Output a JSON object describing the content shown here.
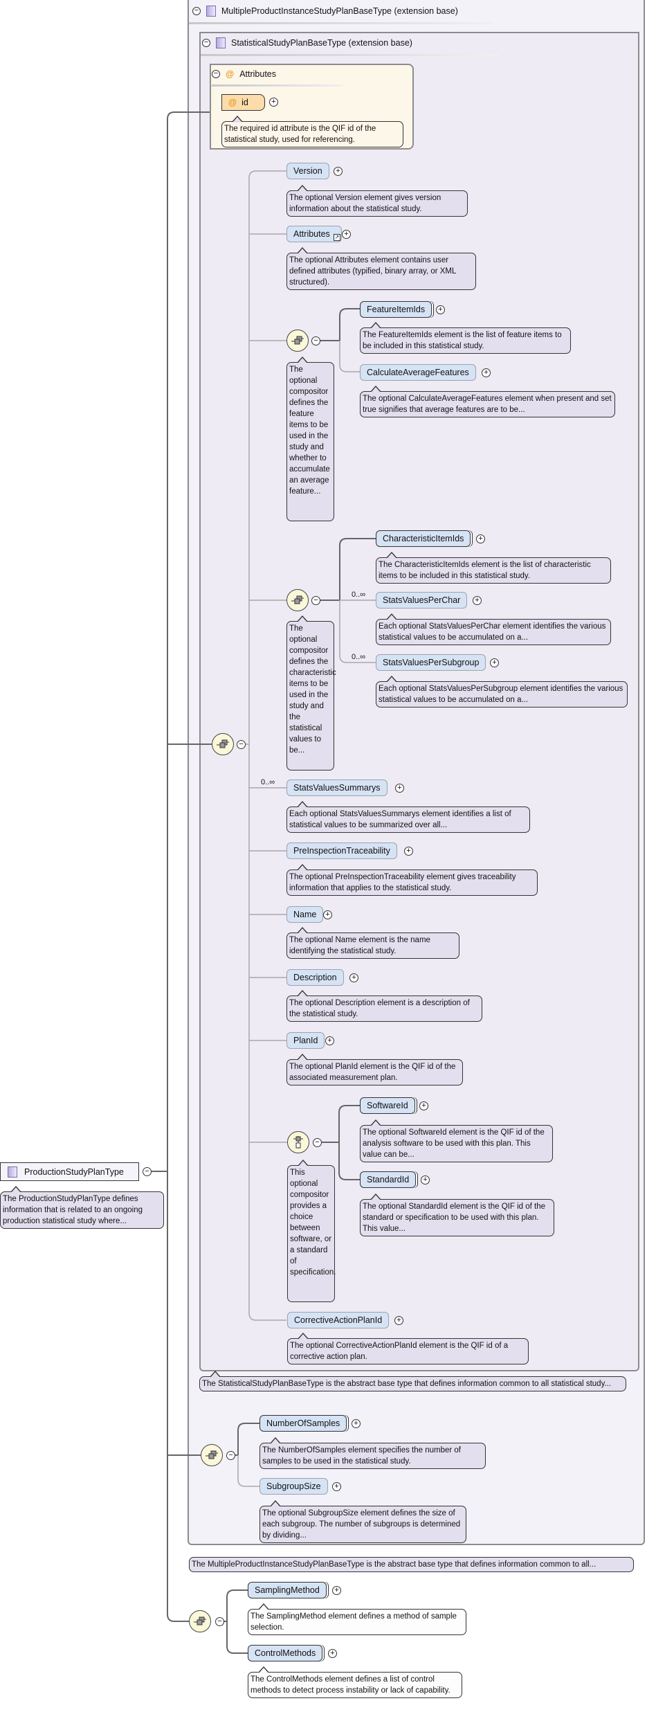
{
  "root": {
    "label": "ProductionStudyPlanType",
    "doc": "The ProductionStudyPlanType defines information that is related to an ongoing production statistical study where..."
  },
  "outer": {
    "label": "MultipleProductInstanceStudyPlanBaseType (extension base)",
    "doc": "The MultipleProductInstanceStudyPlanBaseType is the abstract base type that defines information common to all..."
  },
  "inner": {
    "label": "StatisticalStudyPlanBaseType (extension base)",
    "doc": "The StatisticalStudyPlanBaseType is the abstract base type that defines information common to all statistical study..."
  },
  "attributes": {
    "label": "Attributes",
    "id_label": "id",
    "id_doc": "The required id attribute is the QIF id of the statistical study, used for referencing.",
    "at_symbol": "@"
  },
  "symbols": {
    "plus": "+",
    "minus": "−",
    "many": "0..∞"
  },
  "elements": {
    "version": {
      "label": "Version",
      "doc": "The optional Version element gives version information about the statistical study."
    },
    "attributes": {
      "label": "Attributes",
      "doc": "The optional Attributes element contains user defined attributes (typified, binary array, or XML structured)."
    },
    "comp1_doc": "The optional compositor defines the feature items to be used in the study and whether to accumulate an average feature...",
    "featureItemIds": {
      "label": "FeatureItemIds",
      "doc": "The FeatureItemIds element is the list of feature items to be included in this statistical study."
    },
    "calcAvg": {
      "label": "CalculateAverageFeatures",
      "doc": "The optional CalculateAverageFeatures element when present and set true signifies that average features are to be..."
    },
    "comp2_doc": "The optional compositor defines the characteristic items to be used in the study and the statistical values to be...",
    "charItemIds": {
      "label": "CharacteristicItemIds",
      "doc": "The CharacteristicItemIds element is the list of characteristic items to be included in this statistical study."
    },
    "statsPerChar": {
      "label": "StatsValuesPerChar",
      "doc": "Each optional StatsValuesPerChar element identifies the various statistical values to be accumulated on a..."
    },
    "statsPerSubgroup": {
      "label": "StatsValuesPerSubgroup",
      "doc": "Each optional StatsValuesPerSubgroup element identifies the various statistical values to be accumulated on a..."
    },
    "statsSummarys": {
      "label": "StatsValuesSummarys",
      "doc": "Each optional StatsValuesSummarys element identifies a list of statistical values to be summarized over all..."
    },
    "preInspection": {
      "label": "PreInspectionTraceability",
      "doc": "The optional PreInspectionTraceability element gives traceability information that applies to the statistical study."
    },
    "name": {
      "label": "Name",
      "doc": "The optional Name element is the name identifying the statistical study."
    },
    "description": {
      "label": "Description",
      "doc": "The optional Description element is a description of the statistical study."
    },
    "planId": {
      "label": "PlanId",
      "doc": "The optional PlanId element is the QIF id of the associated measurement plan."
    },
    "choice_doc": "This optional compositor provides a choice between software, or a standard of specification.",
    "softwareId": {
      "label": "SoftwareId",
      "doc": "The optional SoftwareId element is the QIF id of the analysis software to be used with this plan. This value can be..."
    },
    "standardId": {
      "label": "StandardId",
      "doc": "The optional StandardId element is the QIF id of the standard or specification to be used with this plan. This value..."
    },
    "correctiveAction": {
      "label": "CorrectiveActionPlanId",
      "doc": "The optional CorrectiveActionPlanId element is the QIF id of a corrective action plan."
    },
    "numberOfSamples": {
      "label": "NumberOfSamples",
      "doc": "The NumberOfSamples element specifies the number of samples to be used in the statistical study."
    },
    "subgroupSize": {
      "label": "SubgroupSize",
      "doc": "The optional SubgroupSize element defines the size of each subgroup. The number of subgroups is determined by dividing..."
    },
    "samplingMethod": {
      "label": "SamplingMethod",
      "doc": "The SamplingMethod element defines a method of sample selection."
    },
    "controlMethods": {
      "label": "ControlMethods",
      "doc": "The ControlMethods element defines a list of control methods to detect process instability or lack of capability."
    }
  }
}
